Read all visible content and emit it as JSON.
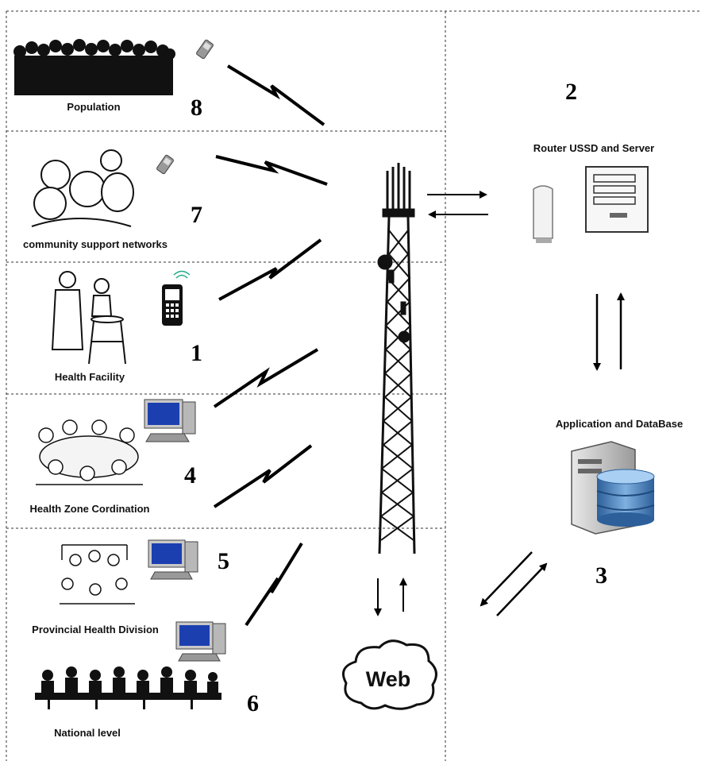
{
  "population": {
    "label": "Population",
    "number": "8"
  },
  "community": {
    "label": "community support networks",
    "number": "7"
  },
  "health_facility": {
    "label": "Health Facility",
    "number": "1"
  },
  "zone": {
    "label": "Health Zone Cordination",
    "number": "4"
  },
  "provincial": {
    "label": "Provincial Health Division",
    "number": "5"
  },
  "national": {
    "label": "National level",
    "number": "6"
  },
  "router": {
    "label": "Router USSD and Server",
    "number": "2"
  },
  "database": {
    "label": "Application and DataBase",
    "number": "3"
  },
  "web": {
    "label": "Web"
  }
}
